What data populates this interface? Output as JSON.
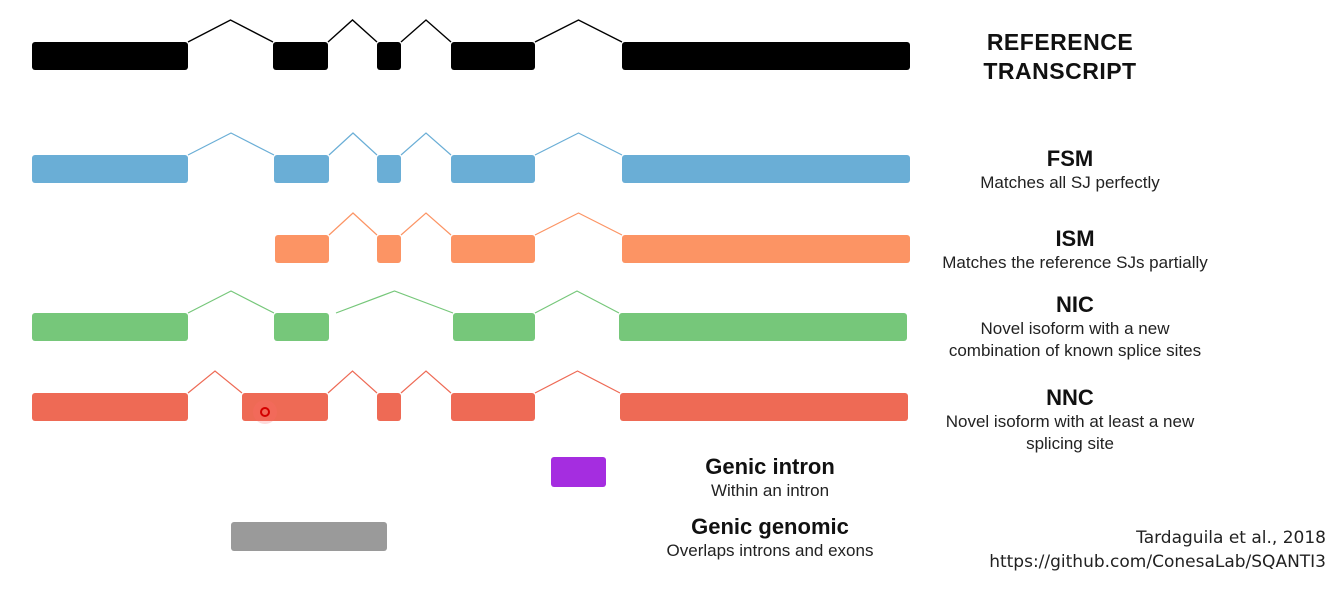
{
  "reference": {
    "title_line1": "REFERENCE",
    "title_line2": "TRANSCRIPT"
  },
  "categories": [
    {
      "key": "fsm",
      "title": "FSM",
      "desc": [
        "Matches all SJ perfectly"
      ],
      "color": "#6aaed6"
    },
    {
      "key": "ism",
      "title": "ISM",
      "desc": [
        "Matches the reference SJs partially"
      ],
      "color": "#fc9464"
    },
    {
      "key": "nic",
      "title": "NIC",
      "desc": [
        "Novel isoform with a new",
        "combination of known splice sites"
      ],
      "color": "#76c77a"
    },
    {
      "key": "nnc",
      "title": "NNC",
      "desc": [
        "Novel isoform with at least a new",
        "splicing site"
      ],
      "color": "#ee6a55"
    },
    {
      "key": "genic_intron",
      "title": "Genic intron",
      "desc": [
        "Within an intron"
      ],
      "color": "#a52de0"
    },
    {
      "key": "genic_genomic",
      "title": "Genic genomic",
      "desc": [
        "Overlaps introns and exons"
      ],
      "color": "#9a9a9a"
    }
  ],
  "reference_color": "#000000",
  "citation": {
    "line1": "Tardaguila et al., 2018",
    "line2": "https://github.com/ConesaLab/SQANTI3"
  }
}
